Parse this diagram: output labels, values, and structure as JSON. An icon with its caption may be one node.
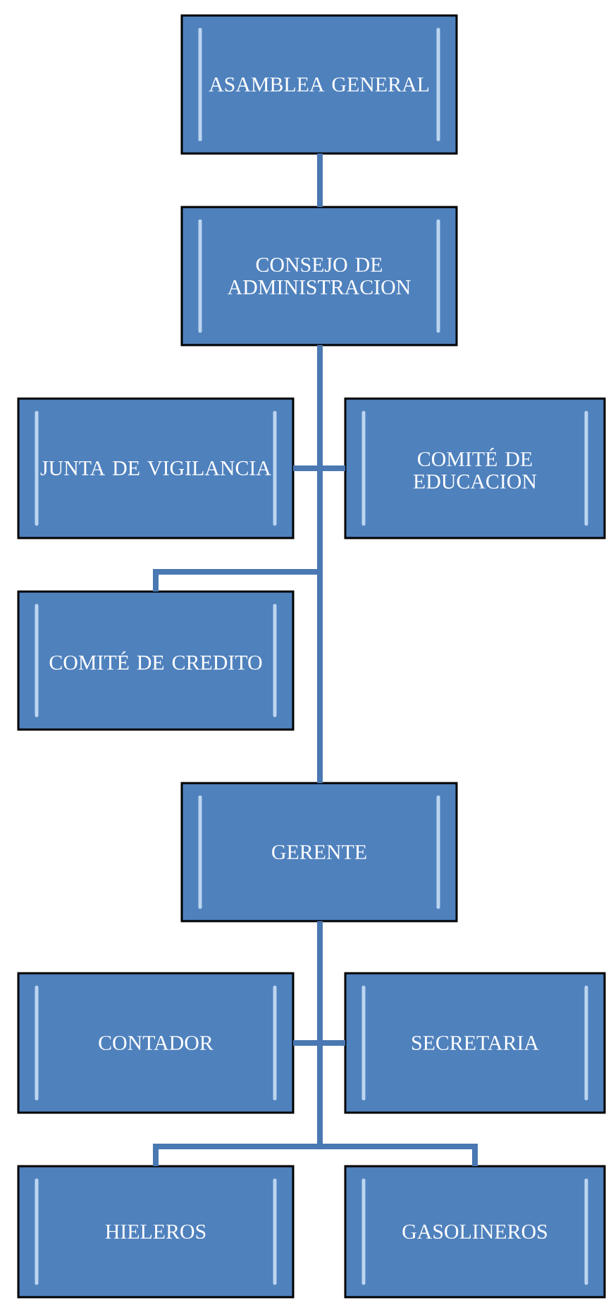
{
  "diagram": {
    "nodes": [
      {
        "text": [
          "ASAMBLEA GENERAL"
        ]
      },
      {
        "text": [
          "CONSEJO DE ADMINISTRACION"
        ]
      },
      {
        "text": [
          "JUNTA DE VIGILANCIA"
        ]
      },
      {
        "text": [
          "COMITÉ DE EDUCACION"
        ]
      },
      {
        "text": [
          "COMITÉ DE CREDITO"
        ]
      },
      {
        "text": [
          "GERENTE"
        ]
      },
      {
        "text": [
          "CONTADOR"
        ]
      },
      {
        "text": [
          "SECRETARIA"
        ]
      },
      {
        "text": [
          "HIELEROS"
        ]
      },
      {
        "text": [
          "GASOLINEROS"
        ]
      }
    ],
    "edges": [
      {
        "from": 0,
        "to": 1,
        "arrow": "none"
      },
      {
        "from": 1,
        "to": 2,
        "arrow": "none"
      },
      {
        "from": 1,
        "to": 3,
        "arrow": "none"
      },
      {
        "from": 1,
        "to": 4,
        "arrow": "none"
      },
      {
        "from": 1,
        "to": 5,
        "arrow": "none"
      },
      {
        "from": 5,
        "to": 6,
        "arrow": "none"
      },
      {
        "from": 5,
        "to": 7,
        "arrow": "none"
      },
      {
        "from": 5,
        "to": 8,
        "arrow": "none"
      },
      {
        "from": 5,
        "to": 9,
        "arrow": "none"
      }
    ]
  }
}
